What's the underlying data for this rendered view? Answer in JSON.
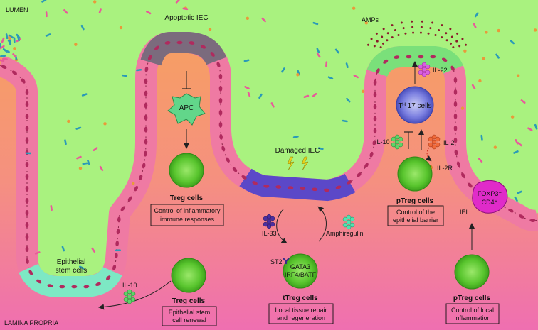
{
  "colors": {
    "lumen": "#a9f27f",
    "lamina_top": "#f7a35a",
    "lamina_bottom": "#ef6fb1",
    "epithelium": "#ef7aa3",
    "epithelium_dark": "#a52959",
    "apoptotic": "#7b6b7d",
    "damaged": "#5b48c8",
    "stem": "#7de8c4",
    "treg": "#52c42b",
    "apc": "#62d68a",
    "th17": "#6b6fd6",
    "iel": "#e02bc9"
  },
  "regions": {
    "lumen": "LUMEN",
    "lamina": "LAMINA PROPRIA"
  },
  "labels": {
    "apoptotic_iec": "Apoptotic IEC",
    "apc": "APC",
    "amps": "AMPs",
    "damaged_iec": "Damaged IEC",
    "il22": "IL-22",
    "th17": "Tᴴ 17 cells",
    "il10_top": "IL-10",
    "il2": "IL-2",
    "il2r": "IL-2R",
    "il33": "IL-33",
    "amphiregulin": "Amphiregulin",
    "st2": "ST2",
    "gata3": "GATA3",
    "irf4": "IRF4/BATF",
    "il10_bottom": "IL-10",
    "epithelial_stem_1": "Epithelial",
    "epithelial_stem_2": "stem cells",
    "iel": "IEL",
    "foxp3": "FOXP3⁺",
    "cd4": "CD4⁺"
  },
  "cells": {
    "treg_mid_title": "Treg cells",
    "treg_mid_box_1": "Control of inflammatory",
    "treg_mid_box_2": "immune responses",
    "treg_left_title": "Treg cells",
    "treg_left_box_1": "Epithelial stem",
    "treg_left_box_2": "cell renewal",
    "ttreg_title": "tTreg cells",
    "ttreg_box_1": "Local tissue repair",
    "ttreg_box_2": "and regeneration",
    "ptreg_top_title": "pTreg cells",
    "ptreg_top_box_1": "Control of the",
    "ptreg_top_box_2": "epithelial barrier",
    "ptreg_bottom_title": "pTreg cells",
    "ptreg_bottom_box_1": "Control of local",
    "ptreg_bottom_box_2": "inflammation"
  }
}
